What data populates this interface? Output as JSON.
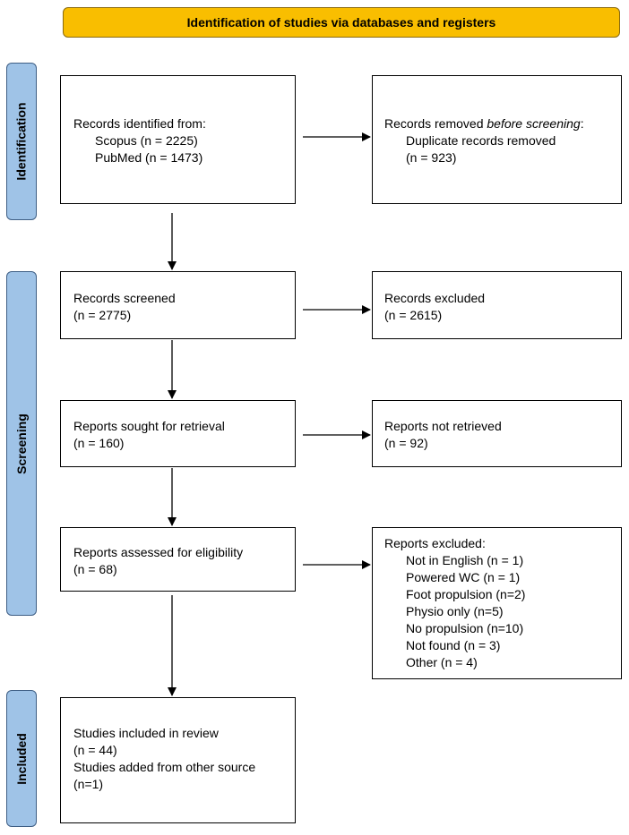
{
  "banner": {
    "title": "Identification of studies via databases and registers"
  },
  "phases": {
    "identification": "Identification",
    "screening": "Screening",
    "included": "Included"
  },
  "boxes": {
    "records_identified": {
      "heading": "Records identified from:",
      "items": [
        "Scopus (n = 2225)",
        "PubMed (n = 1473)"
      ]
    },
    "records_removed": {
      "heading_prefix": "Records removed ",
      "heading_emphasis": "before screening",
      "heading_suffix": ":",
      "items": [
        "Duplicate records removed",
        "(n = 923)"
      ]
    },
    "records_screened": {
      "label": "Records screened",
      "count": "(n = 2775)"
    },
    "records_excluded": {
      "label": "Records excluded",
      "count": "(n = 2615)"
    },
    "reports_sought": {
      "label": "Reports sought for retrieval",
      "count": "(n = 160)"
    },
    "reports_not_retrieved": {
      "label": "Reports not retrieved",
      "count": "(n = 92)"
    },
    "reports_assessed": {
      "label": "Reports assessed for eligibility",
      "count": "(n = 68)"
    },
    "reports_excluded": {
      "heading": "Reports excluded:",
      "items": [
        "Not in English (n = 1)",
        "Powered WC (n = 1)",
        "Foot propulsion (n=2)",
        "Physio only (n=5)",
        "No propulsion (n=10)",
        "Not found (n = 3)",
        "Other (n = 4)"
      ]
    },
    "studies_included": {
      "lines": [
        "Studies included in review",
        "(n = 44)",
        "Studies added from other source",
        "(n=1)"
      ]
    }
  }
}
